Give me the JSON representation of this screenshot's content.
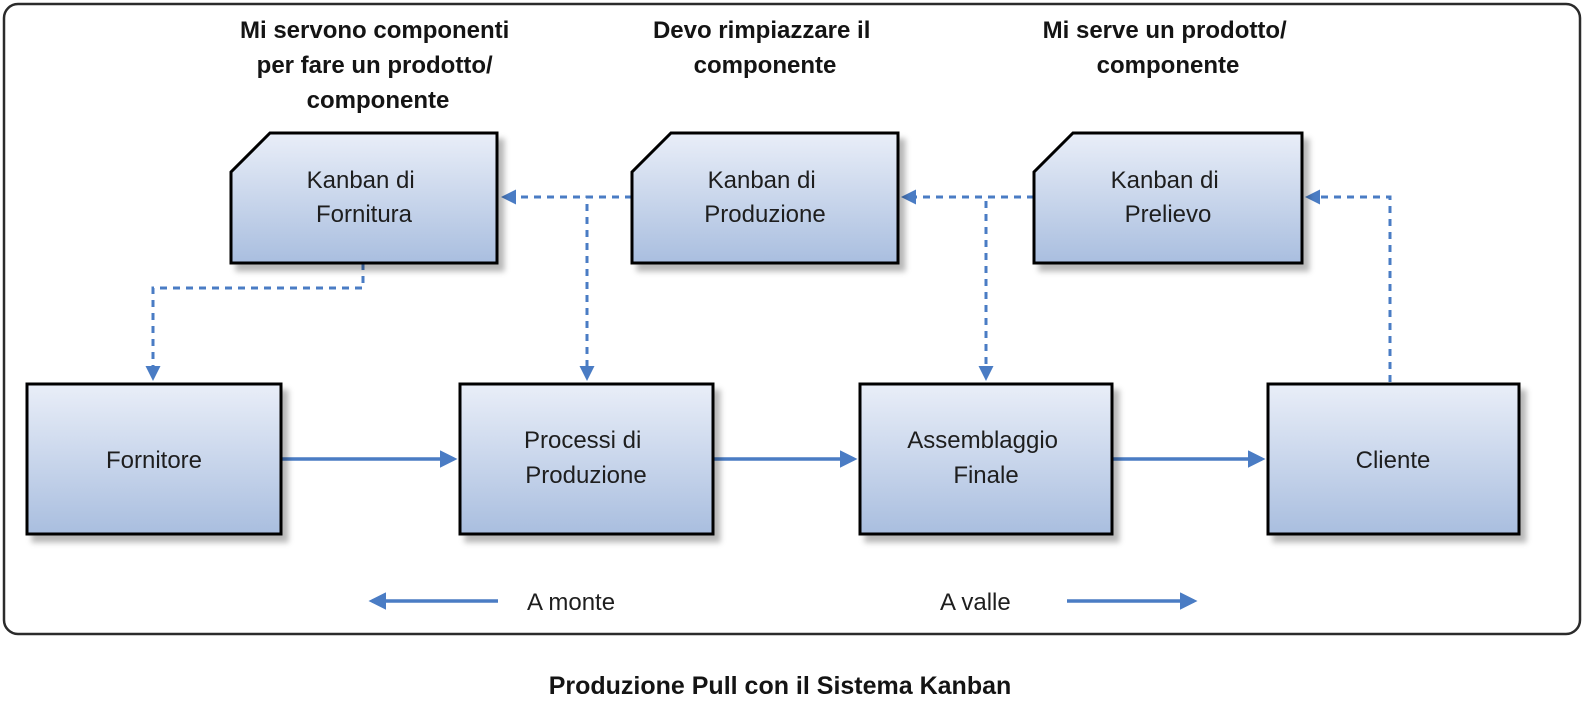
{
  "headings": {
    "left": [
      "Mi servono componenti",
      "per fare un prodotto/",
      "componente"
    ],
    "middle": [
      "Devo rimpiazzare il",
      "componente"
    ],
    "right": [
      "Mi serve un prodotto/",
      "componente"
    ]
  },
  "kanban_cards": {
    "fornitura": [
      "Kanban di",
      "Fornitura"
    ],
    "produzione": [
      "Kanban di",
      "Produzione"
    ],
    "prelievo": [
      "Kanban di",
      "Prelievo"
    ]
  },
  "process_boxes": {
    "fornitore": [
      "Fornitore"
    ],
    "processi": [
      "Processi di",
      "Produzione"
    ],
    "assemblaggio": [
      "Assemblaggio",
      "Finale"
    ],
    "cliente": [
      "Cliente"
    ]
  },
  "direction_labels": {
    "upstream": "A monte",
    "downstream": "A valle"
  },
  "caption": "Produzione Pull con il Sistema Kanban",
  "colors": {
    "arrow": "#4a7cc4",
    "box_fill_top": "#e9eef8",
    "box_fill_bottom": "#a9bedf",
    "box_border": "#000000"
  }
}
